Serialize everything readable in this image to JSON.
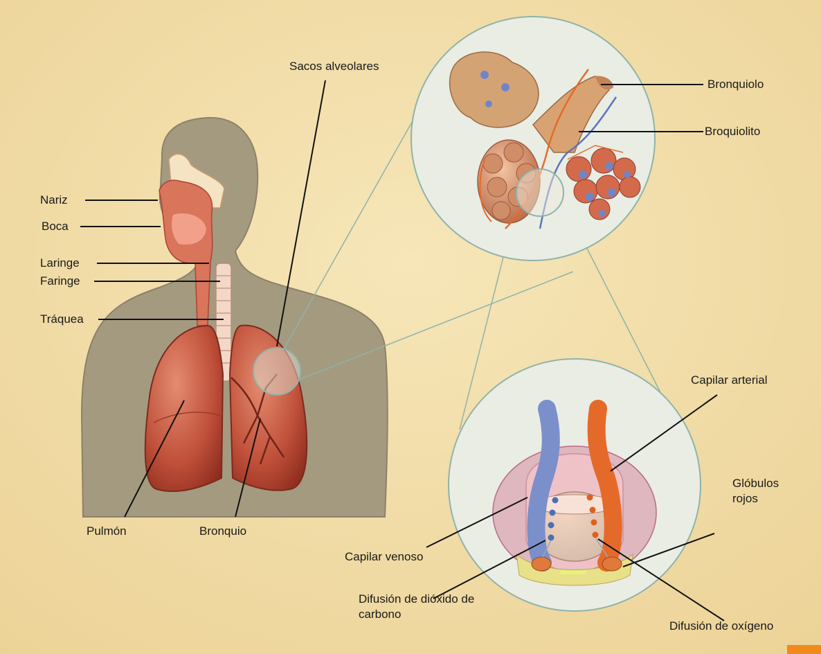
{
  "colors": {
    "background": "#f1dca4",
    "silhouette": "#a49a80",
    "lung": "#b9432c",
    "lung_light": "#dd7d63",
    "trachea": "#f3d8c8",
    "circle_fill": "#e9ede4",
    "circle_stroke": "#8fb3aa",
    "artery": "#e56a2a",
    "vein": "#7b8fcb",
    "alveolus": "#c98460",
    "accent": "#f08a1c"
  },
  "labels": {
    "nariz": "Nariz",
    "boca": "Boca",
    "laringe": "Laringe",
    "faringe": "Faringe",
    "traquea": "Tráquea",
    "pulmon": "Pulmón",
    "bronquio": "Bronquio",
    "sacos_alveolares": "Sacos alveolares",
    "bronquiolo": "Bronquiolo",
    "broquiolito": "Broquiolito",
    "capilar_arterial": "Capilar arterial",
    "globulos_rojos": "Glóbulos rojos",
    "capilar_venoso": "Capilar venoso",
    "difusion_co2": "Difusión de dióxido de carbono",
    "difusion_o2": "Difusión de oxígeno"
  }
}
